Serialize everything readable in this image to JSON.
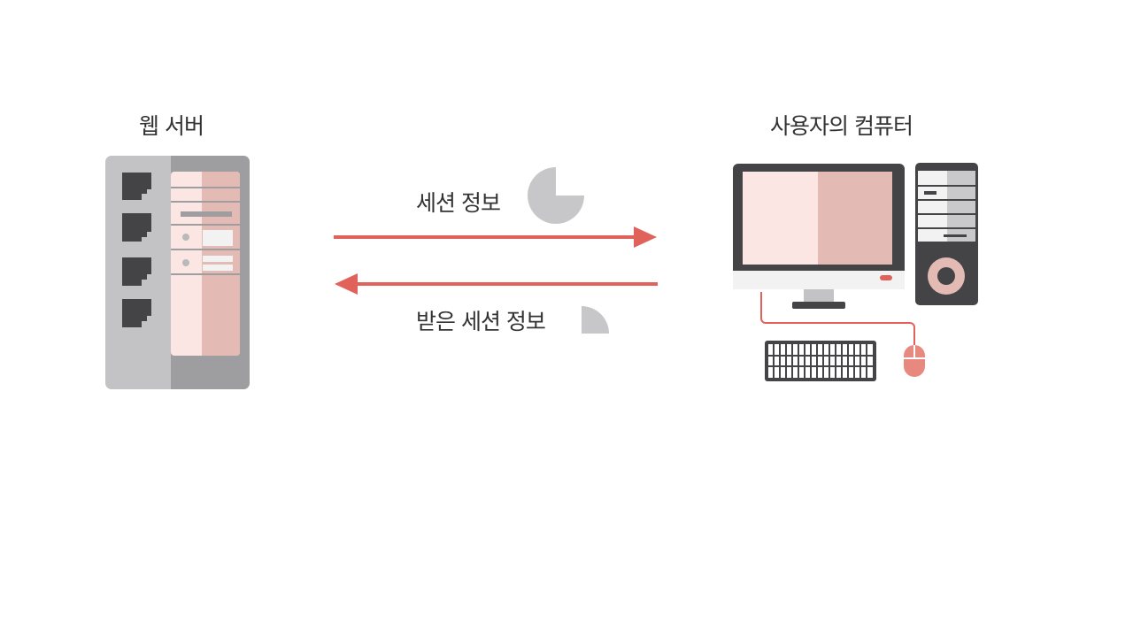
{
  "diagram": {
    "server": {
      "title": "웹 서버",
      "icon": "server-rack-icon"
    },
    "computer": {
      "title": "사용자의 컴퓨터",
      "icon": "desktop-computer-icon"
    },
    "flows": [
      {
        "label": "세션 정보",
        "direction": "server-to-computer",
        "icon": "three-quarter-pie-icon"
      },
      {
        "label": "받은 세션 정보",
        "direction": "computer-to-server",
        "icon": "quarter-pie-icon"
      }
    ],
    "colors": {
      "arrow": "#e0625a",
      "server_body": "#c3c3c5",
      "server_dark": "#9e9ea0",
      "server_panel": "#fce6e3",
      "server_panel_shade": "#e3bbb4",
      "pie": "#c7c7c9",
      "monitor_frame": "#444446",
      "screen_light": "#fce6e3",
      "screen_shade": "#e3bbb4",
      "accent": "#e0625a"
    }
  }
}
